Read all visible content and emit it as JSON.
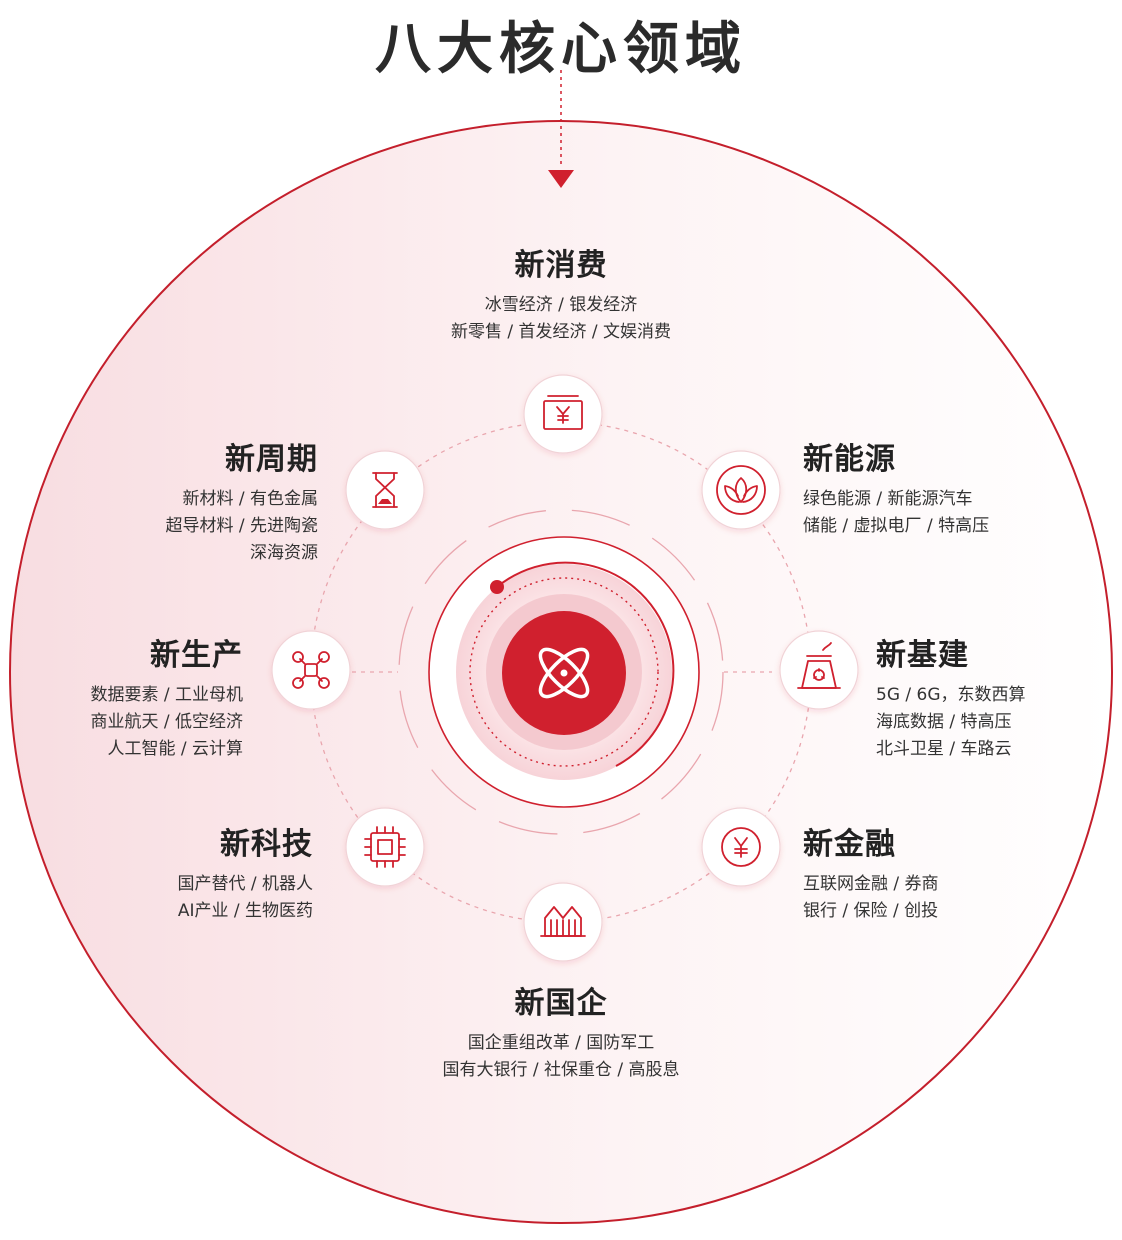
{
  "title": "八大核心领域",
  "colors": {
    "accent": "#d0202e",
    "circle_fill": "#fbeef0",
    "circle_edge": "#c41f2c"
  },
  "domains": [
    {
      "key": "consumption",
      "name": "新消费",
      "icon": "money-card-icon",
      "lines": [
        "冰雪经济 / 银发经济",
        "新零售 / 首发经济 / 文娱消费"
      ]
    },
    {
      "key": "energy",
      "name": "新能源",
      "icon": "leaf-icon",
      "lines": [
        "绿色能源 / 新能源汽车",
        "储能 / 虚拟电厂 / 特高压"
      ]
    },
    {
      "key": "infrastructure",
      "name": "新基建",
      "icon": "power-plant-icon",
      "lines": [
        "5G / 6G，东数西算",
        "海底数据 / 特高压",
        "北斗卫星 / 车路云"
      ]
    },
    {
      "key": "finance",
      "name": "新金融",
      "icon": "yen-coin-icon",
      "lines": [
        "互联网金融 / 券商",
        "银行 / 保险 / 创投"
      ]
    },
    {
      "key": "soe",
      "name": "新国企",
      "icon": "building-icon",
      "lines": [
        "国企重组改革 / 国防军工",
        "国有大银行 / 社保重仓 / 高股息"
      ]
    },
    {
      "key": "technology",
      "name": "新科技",
      "icon": "chip-icon",
      "lines": [
        "国产替代 / 机器人",
        "AI产业 / 生物医药"
      ]
    },
    {
      "key": "production",
      "name": "新生产",
      "icon": "drone-icon",
      "lines": [
        "数据要素 / 工业母机",
        "商业航天 / 低空经济",
        "人工智能 / 云计算"
      ]
    },
    {
      "key": "cycle",
      "name": "新周期",
      "icon": "hourglass-icon",
      "lines": [
        "新材料 / 有色金属",
        "超导材料 / 先进陶瓷",
        "深海资源"
      ]
    }
  ],
  "center": {
    "icon": "atom-icon"
  }
}
